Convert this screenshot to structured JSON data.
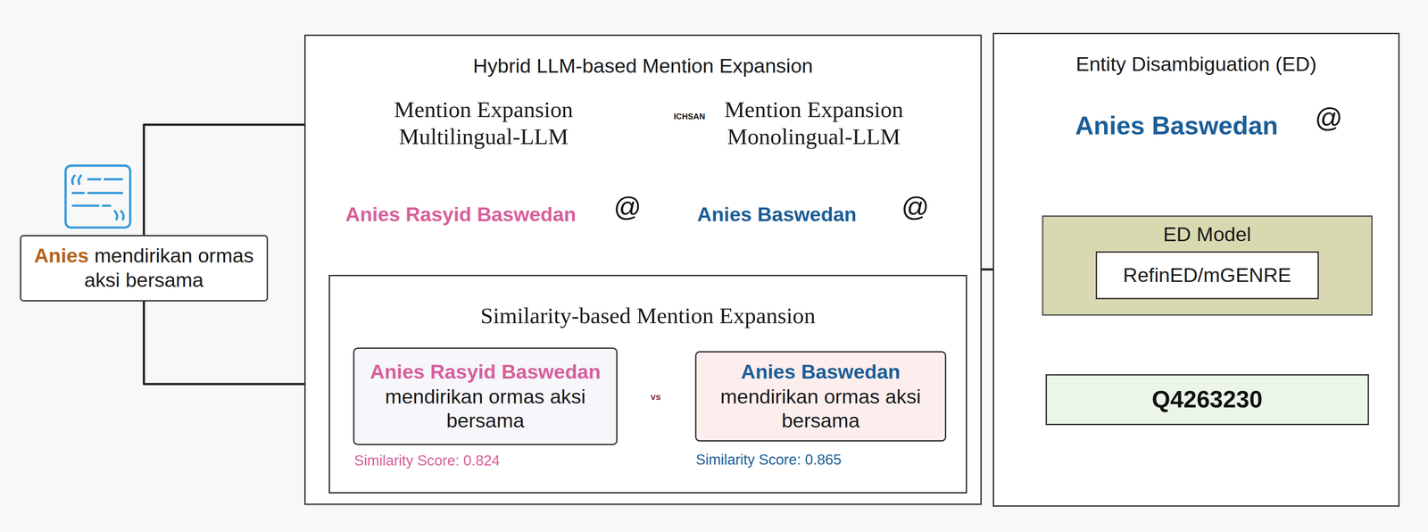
{
  "diagram": {
    "nodes": [
      {
        "text": [
          "Anies",
          "mendirikan ormas aksi bersama"
        ]
      },
      {
        "text": [
          "Hybrid LLM-based Mention Expansion"
        ]
      },
      {
        "text": [
          "Mention Expansion Multilingual-LLM"
        ],
        "in": 1
      },
      {
        "text": [
          "Mention Expansion Monolingual-LLM"
        ],
        "in": 1
      },
      {
        "text": [
          "Anies Rasyid Baswedan"
        ],
        "in": 1
      },
      {
        "text": [
          "Anies Baswedan"
        ],
        "in": 1
      },
      {
        "text": [
          "Similarity-based Mention Expansion"
        ],
        "in": 1
      },
      {
        "text": [
          "Anies Rasyid Baswedan",
          "mendirikan ormas aksi bersama"
        ],
        "in": 6
      },
      {
        "text": [
          "Anies Baswedan",
          "mendirikan ormas aksi bersama"
        ],
        "in": 6
      },
      {
        "text": [
          "Entity Disambiguation (ED)"
        ]
      },
      {
        "text": [
          "Anies Baswedan"
        ],
        "in": 9
      },
      {
        "text": [
          "ED Model"
        ],
        "in": 9
      },
      {
        "text": [
          "RefinED/mGENRE"
        ],
        "in": 11
      },
      {
        "text": [
          "Q4263230"
        ],
        "in": 9
      }
    ],
    "edges": [
      {
        "from": 0,
        "to": 2,
        "arrow": "to"
      },
      {
        "from": 0,
        "to": 6,
        "arrow": "to"
      },
      {
        "from": 2,
        "to": 4,
        "arrow": "to"
      },
      {
        "from": 3,
        "to": 5,
        "arrow": "to"
      },
      {
        "from": 4,
        "to": 6,
        "arrow": "to"
      },
      {
        "from": 5,
        "to": 6,
        "arrow": "to"
      },
      {
        "from": 1,
        "to": 10,
        "arrow": "to"
      },
      {
        "from": 10,
        "to": 11,
        "arrow": "to"
      },
      {
        "from": 11,
        "to": 13,
        "arrow": "to"
      }
    ],
    "labels": [
      "Similarity Score: 0.824",
      "Similarity Score: 0.865",
      "@",
      "@",
      "@",
      "vs",
      "ICHSAN"
    ]
  }
}
